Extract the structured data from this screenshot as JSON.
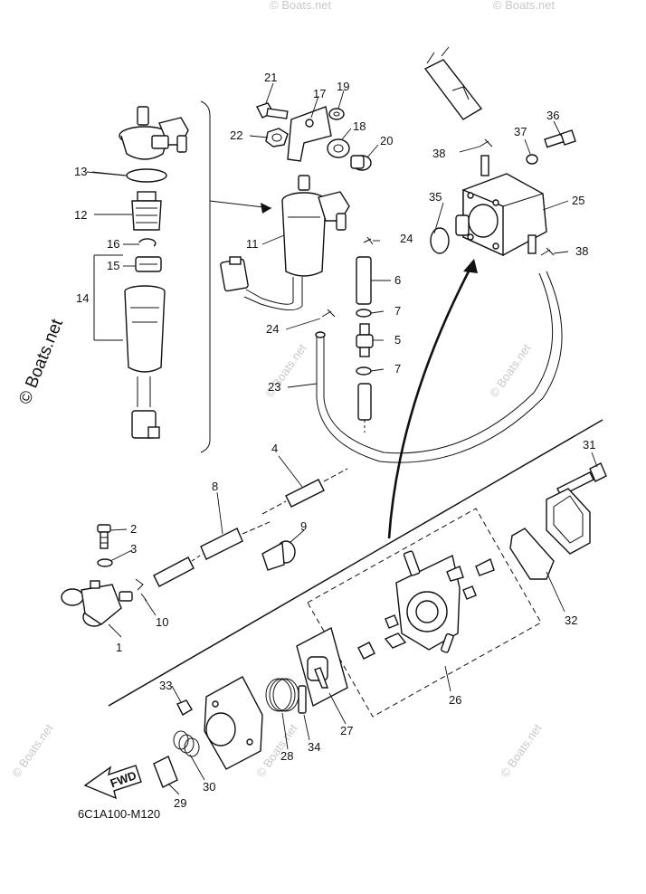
{
  "labels": {
    "p1": "1",
    "p2": "2",
    "p3": "3",
    "p4": "4",
    "p5": "5",
    "p6": "6",
    "p7a": "7",
    "p7b": "7",
    "p8": "8",
    "p9": "9",
    "p10": "10",
    "p11": "11",
    "p12": "12",
    "p13": "13",
    "p14": "14",
    "p15": "15",
    "p16": "16",
    "p17": "17",
    "p18": "18",
    "p19": "19",
    "p20": "20",
    "p21": "21",
    "p22": "22",
    "p23": "23",
    "p24a": "24",
    "p24b": "24",
    "p25": "25",
    "p26": "26",
    "p27": "27",
    "p28": "28",
    "p29": "29",
    "p30": "30",
    "p31": "31",
    "p32": "32",
    "p33": "33",
    "p34": "34",
    "p35": "35",
    "p36": "36",
    "p37": "37",
    "p38a": "38",
    "p38b": "38"
  },
  "watermark": {
    "main": "© Boats.net",
    "small": "© Boats.net"
  },
  "fwd_label": "FWD",
  "diagram_code": "6C1A100-M120"
}
